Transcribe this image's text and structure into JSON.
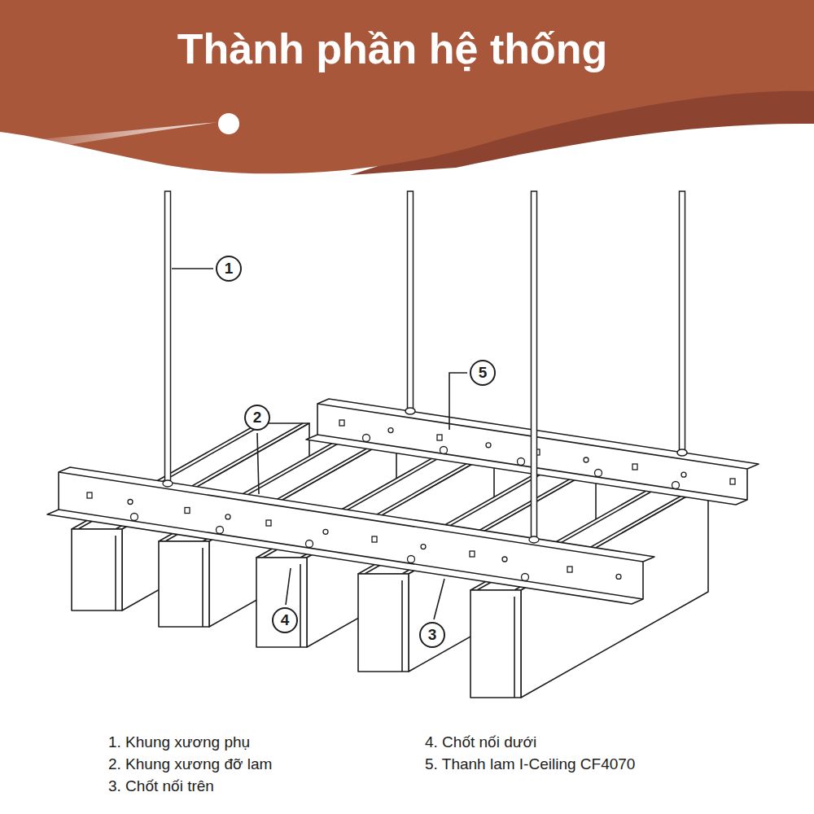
{
  "diagram": {
    "title": "Thành phần hệ thống",
    "nodes": [
      {
        "text": [
          "1"
        ]
      },
      {
        "text": [
          "5"
        ]
      },
      {
        "text": [
          "2"
        ]
      },
      {
        "text": [
          "4"
        ]
      },
      {
        "text": [
          "3"
        ]
      }
    ],
    "labels": [
      "1. Khung xương phụ",
      "2. Khung xương đỡ lam",
      "3. Chốt nối trên",
      "4. Chốt nối dưới",
      "5. Thanh lam I-Ceiling CF4070"
    ]
  }
}
